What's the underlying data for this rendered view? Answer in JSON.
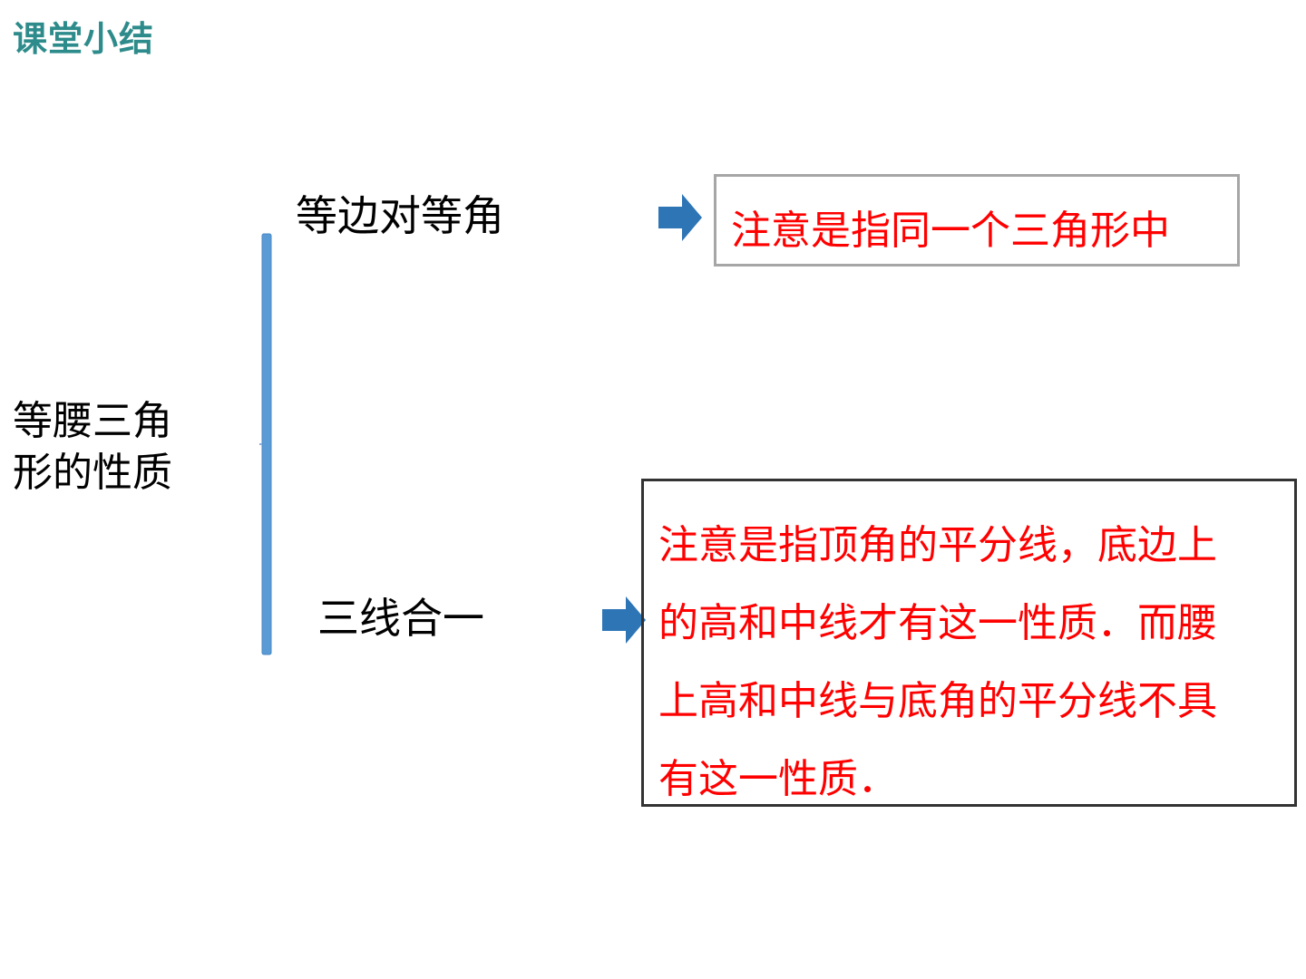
{
  "header": {
    "title": "课堂小结"
  },
  "topic": {
    "line1": "等腰三角",
    "line2": "形的性质"
  },
  "branches": [
    {
      "label": "等边对等角",
      "note_lines": [
        "注意是指同一个三角形中"
      ]
    },
    {
      "label": "三线合一",
      "note_lines": [
        "注意是指顶角的平分线，底边上",
        "的高和中线才有这一性质．而腰",
        "上高和中线与底角的平分线不具",
        "有这一性质．"
      ]
    }
  ],
  "colors": {
    "title": "#2e8b8b",
    "note_text": "#ff0000",
    "bracket": "#5b9bd5",
    "arrow": "#2e75b6",
    "note1_border": "#a6a6a6",
    "note2_border": "#333333"
  },
  "icons": {
    "bracket": "vertical-brace",
    "arrow": "right-arrow-icon"
  }
}
